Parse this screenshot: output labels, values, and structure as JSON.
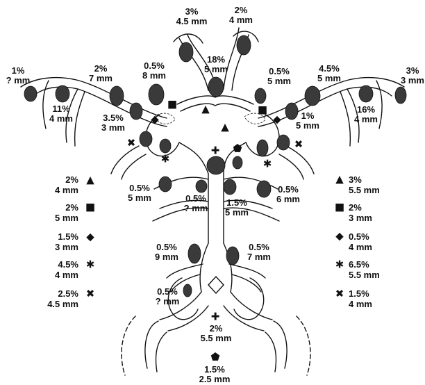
{
  "colors": {
    "ink": "#111111",
    "aneurysm": "#3a3a3a",
    "background": "#ffffff"
  },
  "symbols": {
    "triangle": "▲",
    "square": "■",
    "diamond": "◆",
    "asterisk": "✱",
    "cross": "✖",
    "plus": "✚",
    "pentagon": "⬟"
  },
  "labels": [
    {
      "id": "top-left-pca",
      "percent": "3%",
      "size": "4.5 mm"
    },
    {
      "id": "top-right-pca",
      "percent": "2%",
      "size": "4 mm"
    },
    {
      "id": "basilar-tip",
      "percent": "18%",
      "size": "5 mm"
    },
    {
      "id": "left-ica-terminus",
      "percent": "0.5%",
      "size": "8 mm"
    },
    {
      "id": "right-ica-terminus",
      "percent": "0.5%",
      "size": "5 mm"
    },
    {
      "id": "left-m2-distal",
      "percent": "1%",
      "size": "? mm"
    },
    {
      "id": "left-m2",
      "percent": "2%",
      "size": "7 mm"
    },
    {
      "id": "right-m2",
      "percent": "4.5%",
      "size": "5 mm"
    },
    {
      "id": "right-m2-distal",
      "percent": "3%",
      "size": "3 mm"
    },
    {
      "id": "left-mca-bif",
      "percent": "11%",
      "size": "4 mm"
    },
    {
      "id": "right-mca-bif",
      "percent": "16%",
      "size": "4 mm"
    },
    {
      "id": "left-m1",
      "percent": "3.5%",
      "size": "3 mm"
    },
    {
      "id": "right-m1",
      "percent": "1%",
      "size": "5 mm"
    },
    {
      "id": "left-sca",
      "percent": "0.5%",
      "size": "5 mm"
    },
    {
      "id": "left-aica",
      "percent": "0.5%",
      "size": "? mm"
    },
    {
      "id": "right-aica",
      "percent": "1.5%",
      "size": "5 mm"
    },
    {
      "id": "right-sca",
      "percent": "0.5%",
      "size": "6 mm"
    },
    {
      "id": "left-pica",
      "percent": "0.5%",
      "size": "9 mm"
    },
    {
      "id": "right-pica",
      "percent": "0.5%",
      "size": "7 mm"
    },
    {
      "id": "left-vertebral",
      "percent": "0.5%",
      "size": "? mm"
    },
    {
      "id": "plus-bottom",
      "percent": "2%",
      "size": "5.5 mm"
    },
    {
      "id": "pentagon-bottom",
      "percent": "1.5%",
      "size": "2.5 mm"
    }
  ],
  "legend_left": [
    {
      "symbol": "triangle",
      "percent": "2%",
      "size": "4 mm"
    },
    {
      "symbol": "square",
      "percent": "2%",
      "size": "5 mm"
    },
    {
      "symbol": "diamond",
      "percent": "1.5%",
      "size": "3 mm"
    },
    {
      "symbol": "asterisk",
      "percent": "4.5%",
      "size": "4 mm"
    },
    {
      "symbol": "cross",
      "percent": "2.5%",
      "size": "4.5 mm"
    }
  ],
  "legend_right": [
    {
      "symbol": "triangle",
      "percent": "3%",
      "size": "5.5 mm"
    },
    {
      "symbol": "square",
      "percent": "2%",
      "size": "3 mm"
    },
    {
      "symbol": "diamond",
      "percent": "0.5%",
      "size": "4 mm"
    },
    {
      "symbol": "asterisk",
      "percent": "6.5%",
      "size": "5.5 mm"
    },
    {
      "symbol": "cross",
      "percent": "1.5%",
      "size": "4 mm"
    }
  ]
}
